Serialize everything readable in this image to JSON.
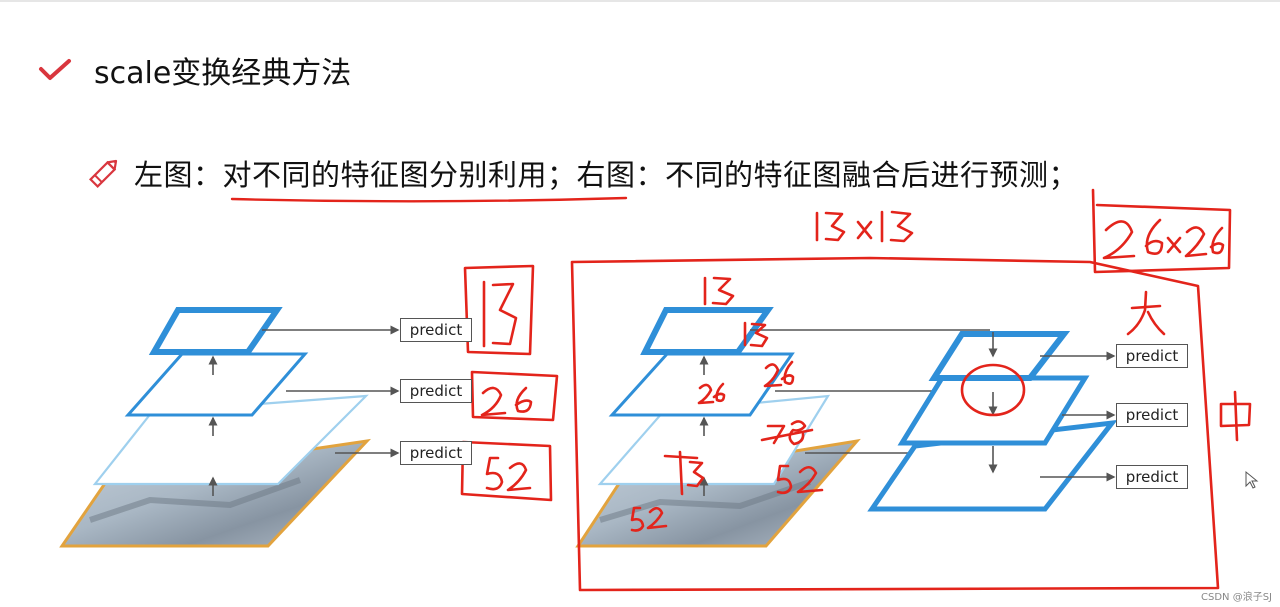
{
  "slide": {
    "title": "scale变换经典方法",
    "bullet_text": "左图：对不同的特征图分别利用；右图：不同的特征图融合后进行预测；"
  },
  "left_diagram": {
    "predict_labels": [
      "predict",
      "predict",
      "predict"
    ]
  },
  "right_diagram": {
    "predict_labels": [
      "predict",
      "predict",
      "predict"
    ]
  },
  "annotations": {
    "handwritten": [
      "13×13",
      "26×26",
      "13",
      "26",
      "52",
      "13",
      "13",
      "26",
      "26",
      "78",
      "52",
      "13",
      "52",
      "大",
      "中"
    ]
  },
  "watermark": "CSDN @浪子SJ",
  "colors": {
    "blue_plane": "#2f8fd8",
    "light_plane": "#9fd0ee",
    "orange_plane": "#e2a33e",
    "annotation_red": "#e3241b",
    "check_red": "#d9363e"
  }
}
